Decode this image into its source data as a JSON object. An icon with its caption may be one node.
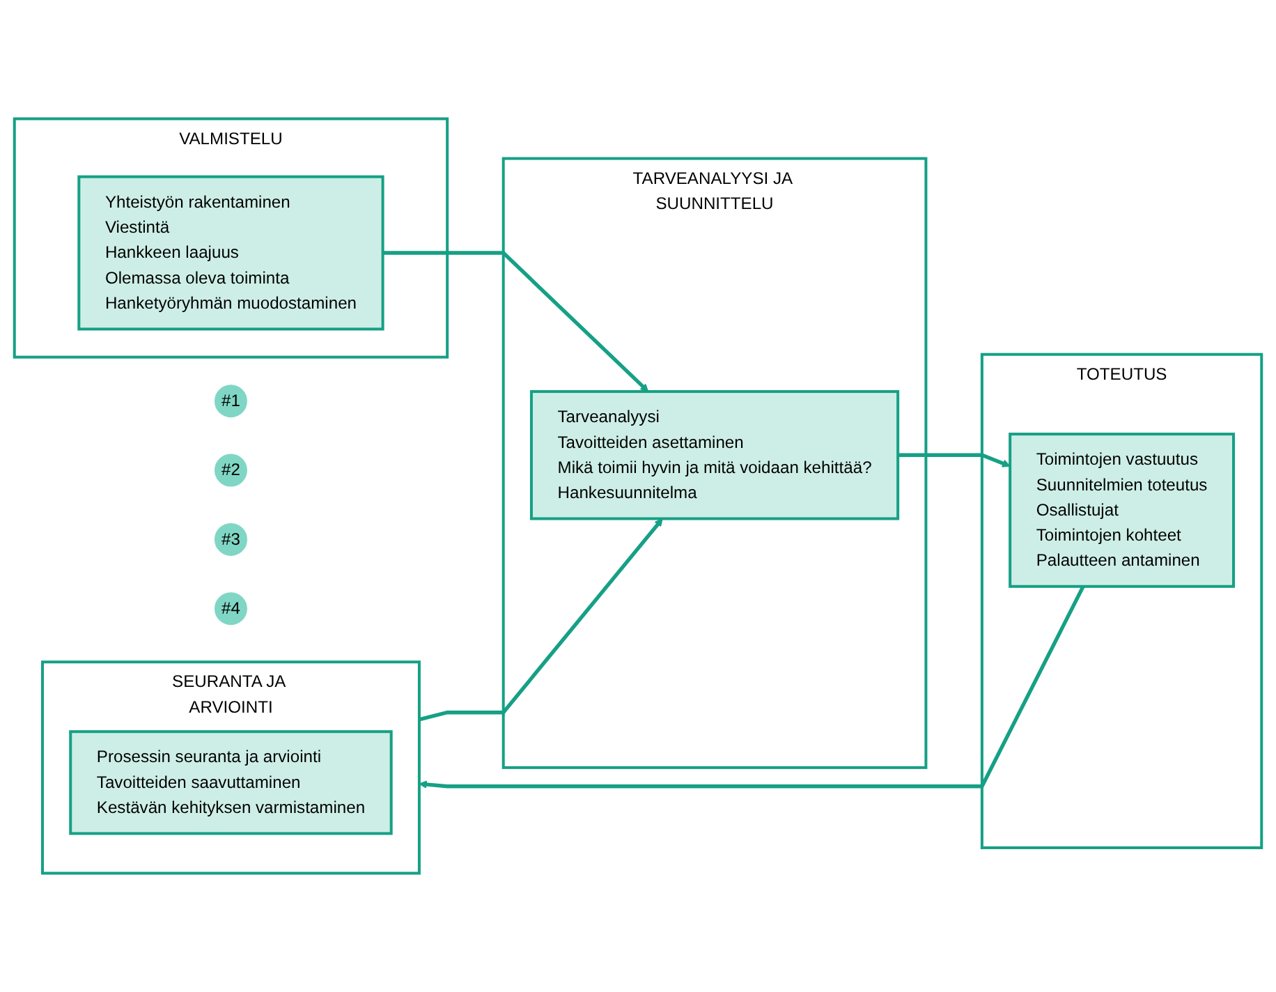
{
  "diagram": {
    "nodes": [
      {
        "text": [
          "#1"
        ]
      },
      {
        "text": [
          "VALMISTELU"
        ]
      },
      {
        "text": [
          "Yhteistyön rakentaminen",
          "Viestintä",
          "Hankkeen laajuus",
          "Olemassa oleva toiminta",
          "Hanketyöryhmän muodostaminen"
        ],
        "in": 1
      },
      {
        "text": [
          "#2"
        ]
      },
      {
        "text": [
          "TARVEANALYYSI JA SUUNNITTELU"
        ]
      },
      {
        "text": [
          "Tarveanalyysi",
          "Tavoitteiden asettaminen",
          "Mikä toimii hyvin ja mitä voidaan kehittää?",
          "Hankesuunnitelma"
        ],
        "in": 4
      },
      {
        "text": [
          "#3"
        ]
      },
      {
        "text": [
          "TOTEUTUS"
        ]
      },
      {
        "text": [
          "Toimintojen vastuutus",
          "Suunnitelmien toteutus",
          "Osallistujat",
          "Toimintojen kohteet",
          "Palautteen antaminen"
        ],
        "in": 7
      },
      {
        "text": [
          "#4"
        ]
      },
      {
        "text": [
          "SEURANTA JA ARVIOINTI"
        ]
      },
      {
        "text": [
          "Prosessin seuranta ja arviointi",
          "Tavoitteiden saavuttaminen",
          "Kestävän kehityksen varmistaminen"
        ],
        "in": 10
      }
    ],
    "edges": [
      {
        "from": 2,
        "to": 5,
        "arrow": "to"
      },
      {
        "from": 5,
        "to": 8,
        "arrow": "to"
      },
      {
        "from": 8,
        "to": 10,
        "arrow": "to"
      },
      {
        "from": 10,
        "to": 5,
        "arrow": "to"
      }
    ]
  }
}
